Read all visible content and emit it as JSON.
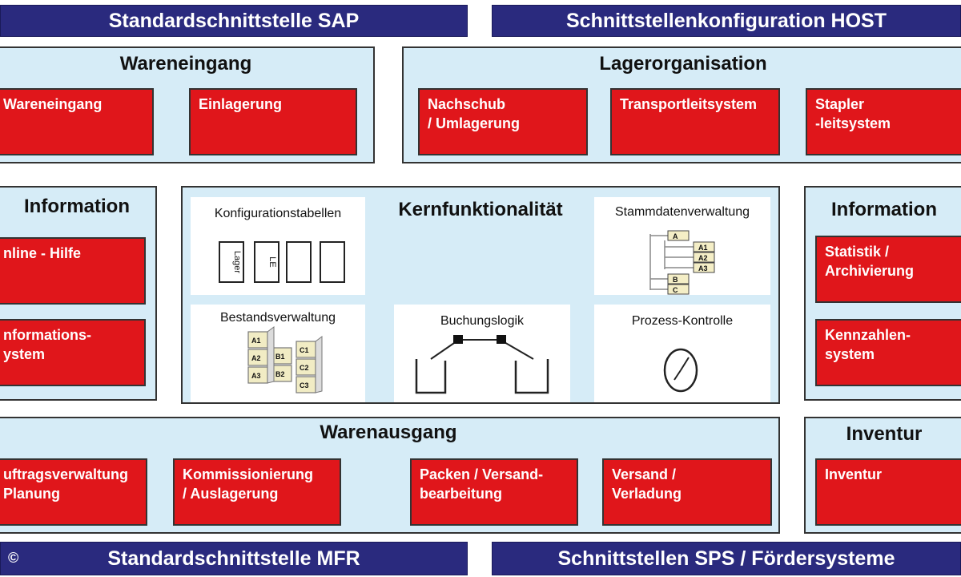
{
  "top_bars": {
    "left": "Standardschnittstelle SAP",
    "right": "Schnittstellenkonfiguration  HOST"
  },
  "bottom_bars": {
    "left": "Standardschnittstelle MFR",
    "right": "Schnittstellen  SPS / Fördersysteme"
  },
  "copyright": "©",
  "wareneingang": {
    "title": "Wareneingang",
    "boxes": [
      "Wareneingang",
      "Einlagerung"
    ]
  },
  "lagerorganisation": {
    "title": "Lagerorganisation",
    "boxes": [
      "Nachschub\n/ Umlagerung",
      "Transportleitsystem",
      "Stapler\n-leitsystem"
    ]
  },
  "information_left": {
    "title": "Information",
    "boxes": [
      "nline - Hilfe",
      "nformations-\nystem"
    ]
  },
  "information_right": {
    "title": "Information",
    "boxes": [
      "Statistik /\nArchivierung",
      "Kennzahlen-\nsystem"
    ]
  },
  "kern": {
    "title": "Kernfunktionalität",
    "konfig": {
      "title": "Konfigurationstabellen",
      "sheet_labels": [
        "Lager",
        "LE"
      ]
    },
    "stamm": {
      "title": "Stammdatenverwaltung",
      "tree_labels": [
        "A",
        "A1",
        "A2",
        "A3",
        "B",
        "C"
      ]
    },
    "bestand": {
      "title": "Bestandsverwaltung",
      "bin_labels": [
        "A1",
        "A2",
        "A3",
        "B1",
        "B2",
        "C1",
        "C2",
        "C3"
      ]
    },
    "buchung": {
      "title": "Buchungslogik"
    },
    "prozess": {
      "title": "Prozess-Kontrolle"
    }
  },
  "warenausgang": {
    "title": "Warenausgang",
    "boxes": [
      "uftragsverwaltung\nPlanung",
      "Kommissionierung\n/ Auslagerung",
      "Packen / Versand-\nbearbeitung",
      "Versand /\nVerladung"
    ]
  },
  "inventur": {
    "title": "Inventur",
    "boxes": [
      "Inventur"
    ]
  },
  "colors": {
    "bar": "#2a2a7e",
    "panel": "#d6ecf7",
    "function_box": "#e0161b"
  }
}
